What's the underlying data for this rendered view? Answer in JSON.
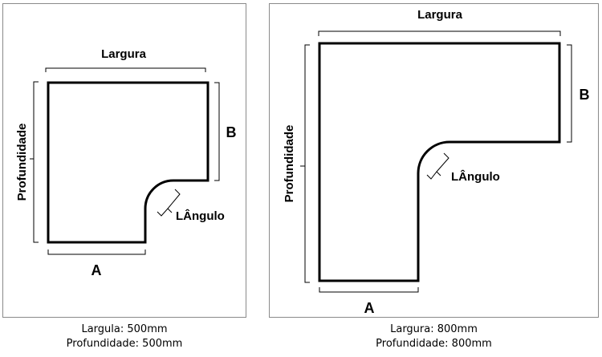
{
  "left_diagram": {
    "width_label": "Largura",
    "depth_label": "Profundidade",
    "side_b_label": "B",
    "side_a_label": "A",
    "angle_label": "LÂngulo",
    "caption_line1": "Largula: 500mm",
    "caption_line2": "Profundidade: 500mm"
  },
  "right_diagram": {
    "width_label": "Largura",
    "depth_label": "Profundidade",
    "side_b_label": "B",
    "side_a_label": "A",
    "angle_label": "LÂngulo",
    "caption_line1": "Largura: 800mm",
    "caption_line2": "Profundidade: 800mm"
  }
}
